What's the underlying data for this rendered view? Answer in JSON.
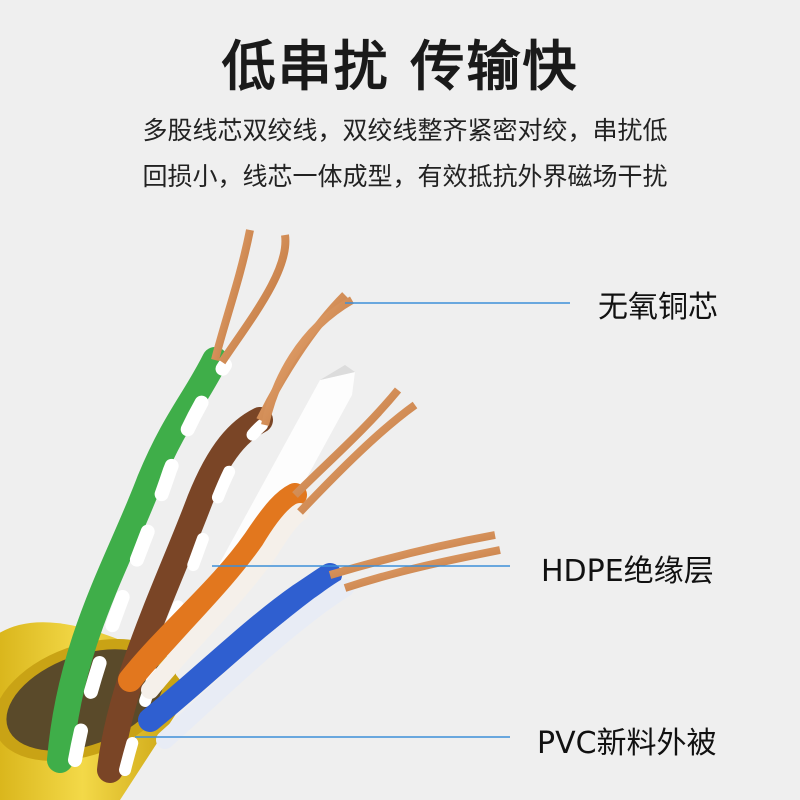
{
  "headline": "低串扰  传输快",
  "description": [
    "多股线芯双绞线，双绞线整齐紧密对绞，串扰低",
    "回损小，线芯一体成型，有效抵抗外界磁场干扰"
  ],
  "callouts": {
    "copper": "无氧铜芯",
    "hdpe": "HDPE绝缘层",
    "pvc": "PVC新料外被"
  },
  "colors": {
    "jacket": "#e9c92a",
    "copper": "#c9804a",
    "green": "#3fae49",
    "brown": "#7a4526",
    "orange": "#e2771e",
    "blue": "#2f5fd0",
    "callout_line": "#3d8fd8"
  }
}
